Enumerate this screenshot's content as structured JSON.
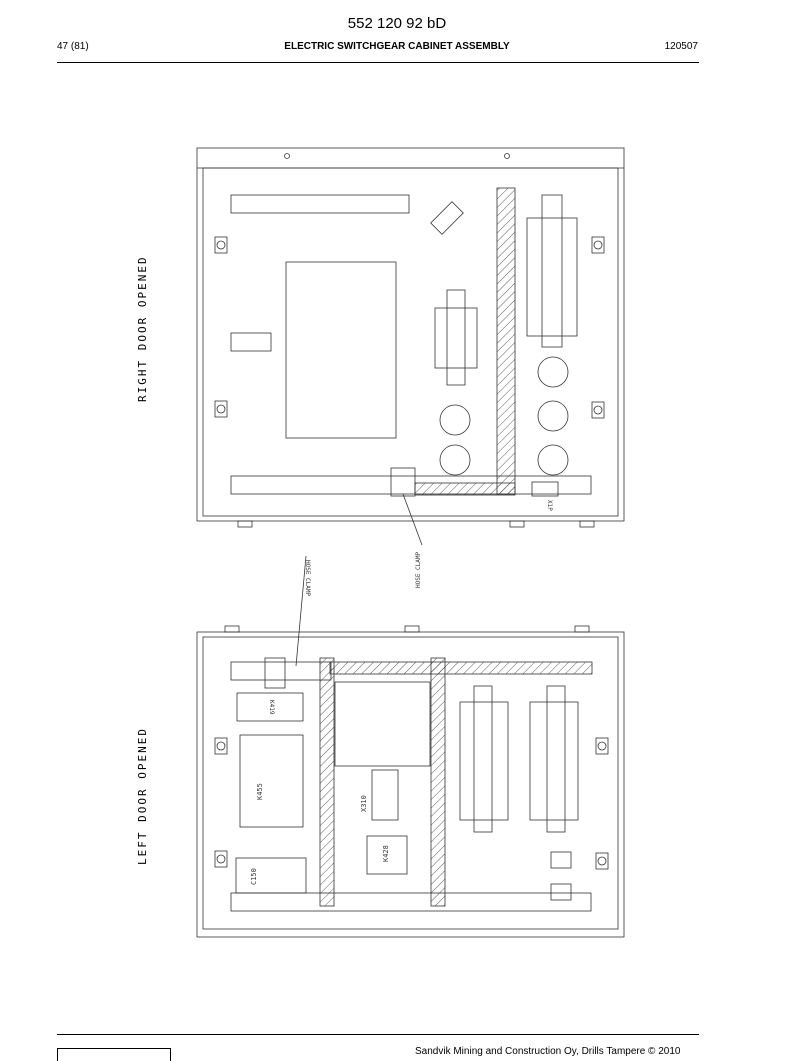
{
  "header": {
    "doc_number": "552 120 92 bD",
    "page": "47 (81)",
    "title": "ELECTRIC SWITCHGEAR CABINET ASSEMBLY",
    "date_code": "120507"
  },
  "drawing": {
    "right_door_label": "RIGHT DOOR OPENED",
    "left_door_label": "LEFT DOOR OPENED",
    "hose_clamp_label_1": "HOSE CLAMP",
    "hose_clamp_label_2": "HOSE CLAMP",
    "part_x1p": "X1P",
    "part_k419": "K419",
    "part_k455": "K455",
    "part_c150": "C150",
    "part_x310": "X310",
    "part_k428": "K428"
  },
  "footer": {
    "copyright": "Sandvik Mining and Construction Oy, Drills Tampere © 2010"
  }
}
